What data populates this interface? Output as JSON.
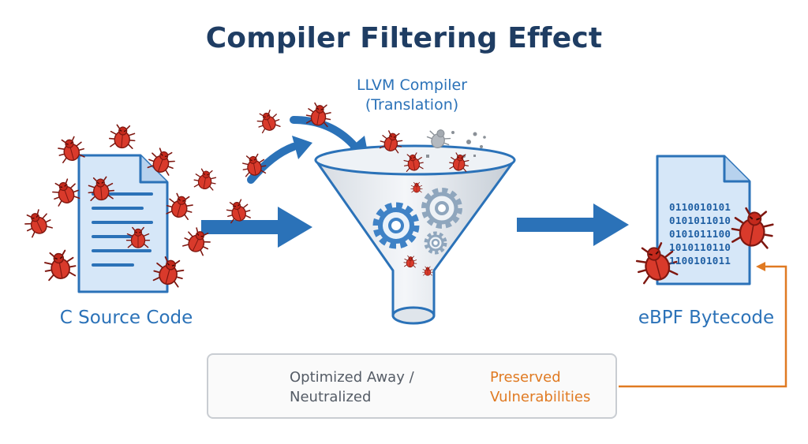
{
  "title": "Compiler Filtering Effect",
  "compiler": {
    "line1": "LLVM Compiler",
    "line2": "(Translation)"
  },
  "source_label": "C Source Code",
  "bytecode_label": "eBPF Bytecode",
  "bytecode_bits": [
    "0110010101",
    "0101011010",
    "0101011100",
    "1010110110",
    "1100101011"
  ],
  "legend": {
    "optimized_line1": "Optimized Away /",
    "optimized_line2": "Neutralized",
    "preserved_line1": "Preserved",
    "preserved_line2": "Vulnerabilities"
  },
  "icons": {
    "bug": "bug-icon",
    "document": "document-icon",
    "funnel": "funnel-icon",
    "gear": "gear-icon",
    "arrow": "arrow-icon",
    "debris": "debris-icon"
  },
  "colors": {
    "title": "#1f3d63",
    "accent": "#2b72b8",
    "bug": "#d93a2b",
    "preserved": "#e07a22",
    "neutral_bug": "#a8adb3"
  }
}
